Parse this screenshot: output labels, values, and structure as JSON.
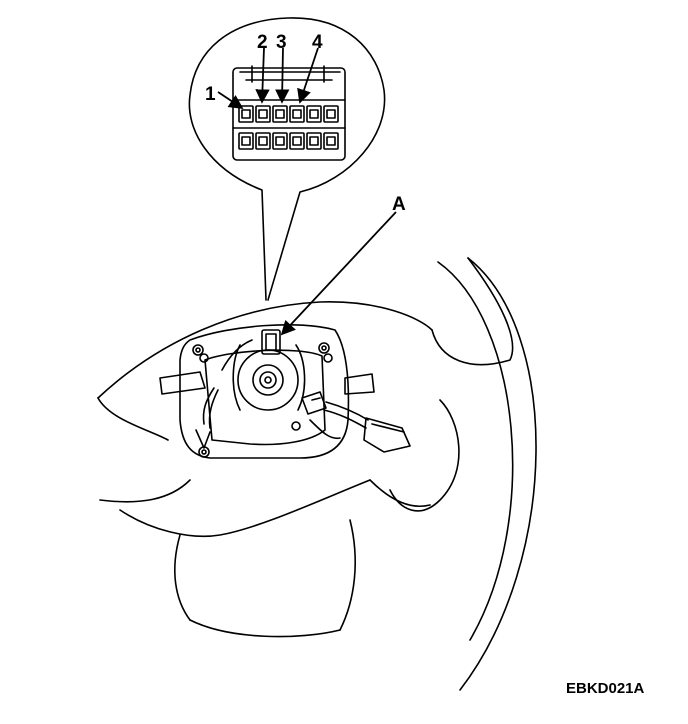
{
  "diagram": {
    "callouts": {
      "pin1": "1",
      "pin2": "2",
      "pin3": "3",
      "pin4": "4",
      "partA": "A"
    },
    "reference_code": "EBKD021A",
    "ink_color": "#000000",
    "paper_color": "#ffffff"
  }
}
